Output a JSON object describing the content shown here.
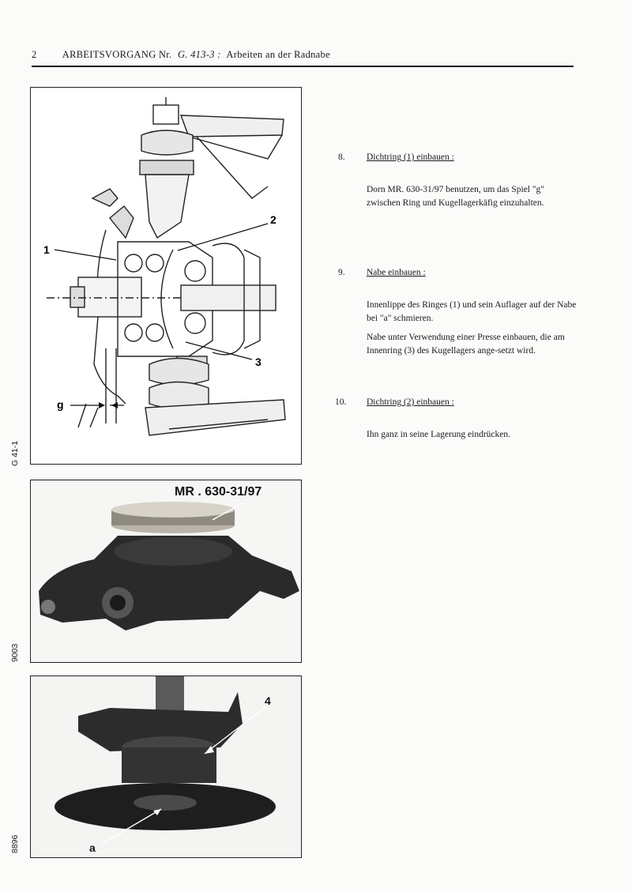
{
  "header": {
    "page_number": "2",
    "operation_label": "ARBEITSVORGANG Nr.",
    "operation_code": "G. 413-3 :",
    "operation_title": "Arbeiten an der Radnabe"
  },
  "figures": {
    "drawing": {
      "side_label": "G 41-1",
      "callouts": {
        "c1": "1",
        "c2": "2",
        "c3": "3",
        "g": "g"
      }
    },
    "photo_tool": {
      "side_label": "9003",
      "tool_label": "MR . 630-31/97"
    },
    "photo_press": {
      "side_label": "8896",
      "callouts": {
        "c4": "4",
        "a": "a"
      }
    }
  },
  "steps": [
    {
      "number": "8.",
      "title": "Dichtring (1) einbauen :",
      "paragraphs": [
        "Dorn MR. 630-31/97 benutzen, um das Spiel \"g\" zwischen Ring und Kugellagerkäfig einzuhalten."
      ]
    },
    {
      "number": "9.",
      "title": "Nabe einbauen :",
      "paragraphs": [
        "Innenlippe des Ringes (1) und sein Auflager auf der Nabe bei \"a\" schmieren.",
        "Nabe unter Verwendung einer Presse einbauen, die am Innenring (3) des Kugellagers ange-setzt wird."
      ]
    },
    {
      "number": "10.",
      "title": "Dichtring (2) einbauen :",
      "paragraphs": [
        "Ihn ganz in seine Lagerung eindrücken."
      ]
    }
  ]
}
